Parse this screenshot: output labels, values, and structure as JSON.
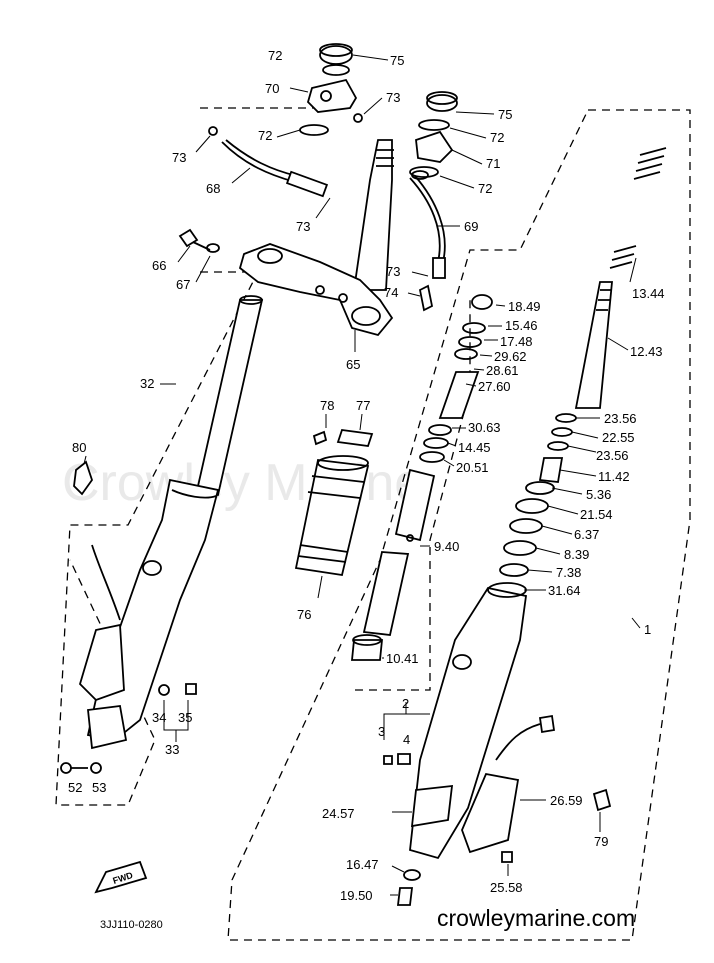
{
  "diagram": {
    "watermark": "Crowley Marine",
    "website": "crowleymarine.com",
    "drawing_code": "3JJ110-0280",
    "direction_arrow": "FWD"
  },
  "labels": {
    "p1": "1",
    "p2": "2",
    "p3": "3",
    "p4": "4",
    "p5": "5.36",
    "p6": "6.37",
    "p7": "7.38",
    "p8": "8.39",
    "p9": "9.40",
    "p10": "10.41",
    "p11": "11.42",
    "p12": "12.43",
    "p13": "13.44",
    "p14": "14.45",
    "p15": "15.46",
    "p16": "16.47",
    "p17": "17.48",
    "p18": "18.49",
    "p19": "19.50",
    "p20": "20.51",
    "p21": "21.54",
    "p22": "22.55",
    "p23a": "23.56",
    "p23b": "23.56",
    "p24": "24.57",
    "p25": "25.58",
    "p26": "26.59",
    "p27": "27.60",
    "p28": "28.61",
    "p29": "29.62",
    "p30": "30.63",
    "p31": "31.64",
    "p32": "32",
    "p33": "33",
    "p34": "34",
    "p35": "35",
    "p52": "52",
    "p53": "53",
    "p65": "65",
    "p66": "66",
    "p67": "67",
    "p68": "68",
    "p69": "69",
    "p70": "70",
    "p71": "71",
    "p72a": "72",
    "p72b": "72",
    "p72c": "72",
    "p72d": "72",
    "p73a": "73",
    "p73b": "73",
    "p73c": "73",
    "p73d": "73",
    "p74": "74",
    "p75a": "75",
    "p75b": "75",
    "p76": "76",
    "p77": "77",
    "p78": "78",
    "p79": "79",
    "p80": "80"
  }
}
